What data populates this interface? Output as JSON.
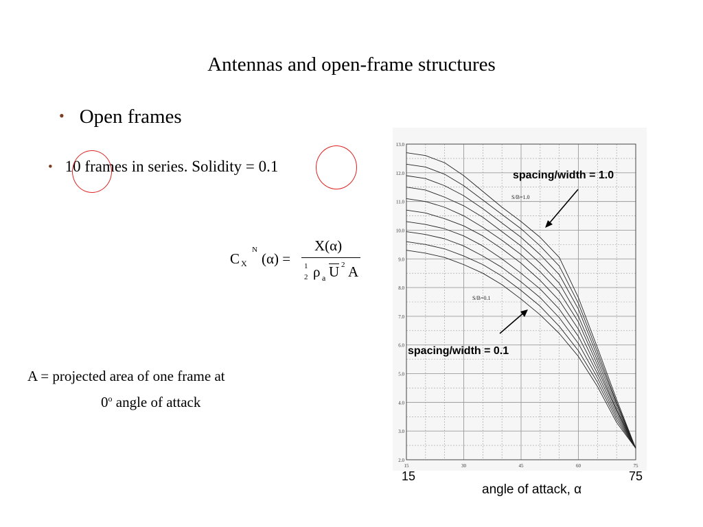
{
  "slide": {
    "title": "Antennas and open-frame structures",
    "bullet1": "Open frames",
    "bullet2": "10 frames in series.   Solidity = 0.1",
    "area_note_line1": "A = projected area of one frame at",
    "area_note_line2_prefix": "0",
    "area_note_line2_sup": "o",
    "area_note_line2_rest": " angle of attack",
    "bullet_glyph": "•"
  },
  "equation": {
    "lhs_main": "C",
    "lhs_sub": "X",
    "lhs_sup": "N",
    "lhs_arg": "(α) =",
    "numerator": "X(α)",
    "den_half_num": "1",
    "den_half_den": "2",
    "den_rho": "ρ",
    "den_rho_sub": "a",
    "den_u": "U",
    "den_u_sup": "2",
    "den_a": "A"
  },
  "annotations": {
    "top_label": "spacing/width = 1.0",
    "bottom_label": "spacing/width = 0.1",
    "curve_top_label": "S/B=1.0",
    "curve_bottom_label": "S/B=0.1",
    "x_start": "15",
    "x_end": "75",
    "x_caption": "angle of attack, α"
  },
  "colors": {
    "highlight_circle": "#e02020",
    "bullet": "#7a3b22",
    "grid": "#9a9a9a",
    "curve": "#222222"
  },
  "chart_data": {
    "type": "line",
    "xlabel": "angle of attack, α",
    "ylabel": "",
    "xlim": [
      15,
      75
    ],
    "ylim": [
      2.0,
      13.0
    ],
    "grid": true,
    "x_ticks": [
      "15",
      "30",
      "45",
      "60",
      "75"
    ],
    "y_ticks": [
      "2.0",
      "3.0",
      "4.0",
      "5.0",
      "6.0",
      "7.0",
      "8.0",
      "9.0",
      "10.0",
      "11.0",
      "12.0",
      "13.0"
    ],
    "x": [
      15,
      20,
      25,
      30,
      35,
      40,
      45,
      50,
      55,
      60,
      65,
      70,
      75
    ],
    "series": [
      {
        "name": "S/B=1.0",
        "values": [
          12.7,
          12.6,
          12.35,
          11.9,
          11.35,
          10.8,
          10.3,
          9.75,
          9.05,
          7.65,
          5.9,
          4.1,
          2.4
        ]
      },
      {
        "values": [
          12.3,
          12.2,
          11.95,
          11.55,
          11.05,
          10.55,
          10.05,
          9.45,
          8.75,
          7.45,
          5.75,
          4.0,
          2.4
        ]
      },
      {
        "values": [
          11.9,
          11.8,
          11.55,
          11.2,
          10.75,
          10.25,
          9.75,
          9.15,
          8.45,
          7.25,
          5.6,
          3.95,
          2.4
        ]
      },
      {
        "values": [
          11.5,
          11.4,
          11.15,
          10.85,
          10.45,
          9.95,
          9.45,
          8.85,
          8.15,
          7.0,
          5.45,
          3.85,
          2.4
        ]
      },
      {
        "values": [
          11.1,
          11.0,
          10.8,
          10.5,
          10.1,
          9.65,
          9.15,
          8.55,
          7.85,
          6.8,
          5.3,
          3.75,
          2.4
        ]
      },
      {
        "values": [
          10.7,
          10.6,
          10.4,
          10.15,
          9.8,
          9.35,
          8.85,
          8.25,
          7.55,
          6.55,
          5.15,
          3.7,
          2.4
        ]
      },
      {
        "values": [
          10.3,
          10.2,
          10.05,
          9.8,
          9.45,
          9.0,
          8.5,
          7.95,
          7.25,
          6.3,
          5.0,
          3.6,
          2.4
        ]
      },
      {
        "values": [
          9.95,
          9.85,
          9.7,
          9.45,
          9.1,
          8.7,
          8.2,
          7.65,
          6.95,
          6.05,
          4.85,
          3.5,
          2.4
        ]
      },
      {
        "values": [
          9.6,
          9.5,
          9.35,
          9.1,
          8.8,
          8.4,
          7.9,
          7.35,
          6.65,
          5.8,
          4.7,
          3.4,
          2.4
        ]
      },
      {
        "name": "S/B=0.1",
        "values": [
          9.3,
          9.2,
          9.05,
          8.8,
          8.5,
          8.1,
          7.6,
          7.05,
          6.4,
          5.6,
          4.55,
          3.3,
          2.4
        ]
      }
    ]
  }
}
